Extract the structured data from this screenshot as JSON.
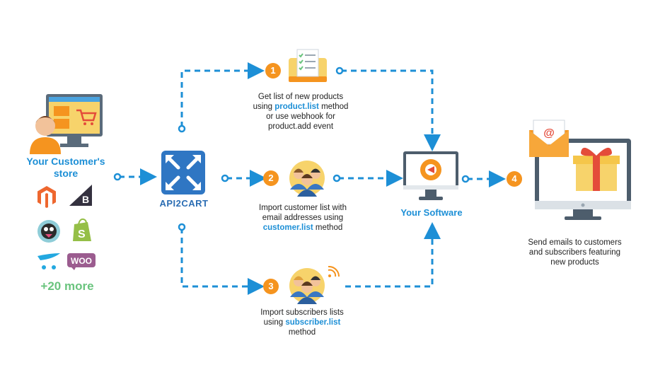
{
  "customer": {
    "title": "Your Customer's store",
    "more": "+20 more",
    "platform_icons": [
      "magento-icon",
      "bigcommerce-icon",
      "prestashop-icon",
      "shopify-icon",
      "opencart-icon",
      "woocommerce-icon"
    ],
    "woo_text": "WOO"
  },
  "api": {
    "title": "API2CART"
  },
  "software": {
    "title": "Your Software"
  },
  "steps": [
    {
      "number": "1",
      "line1": "Get list of new products",
      "line2_prefix": "using ",
      "method": "product.list",
      "line2_suffix": " method",
      "line3": "or use webhook for",
      "line4": "product.add event"
    },
    {
      "number": "2",
      "line1": "Import customer list with",
      "line2": "email addresses using",
      "method": "customer.list",
      "line3_suffix": " method"
    },
    {
      "number": "3",
      "line1": "Import subscribers lists",
      "line2_prefix": "using ",
      "method": "subscriber.list",
      "line3": "method"
    },
    {
      "number": "4",
      "line1": "Send emails to customers",
      "line2": "and subscribers featuring",
      "line3": "new products"
    }
  ],
  "colors": {
    "accent_blue": "#1d8fd6",
    "step_orange": "#f5941f",
    "green": "#6ac47e",
    "api_blue": "#2b6db3"
  }
}
